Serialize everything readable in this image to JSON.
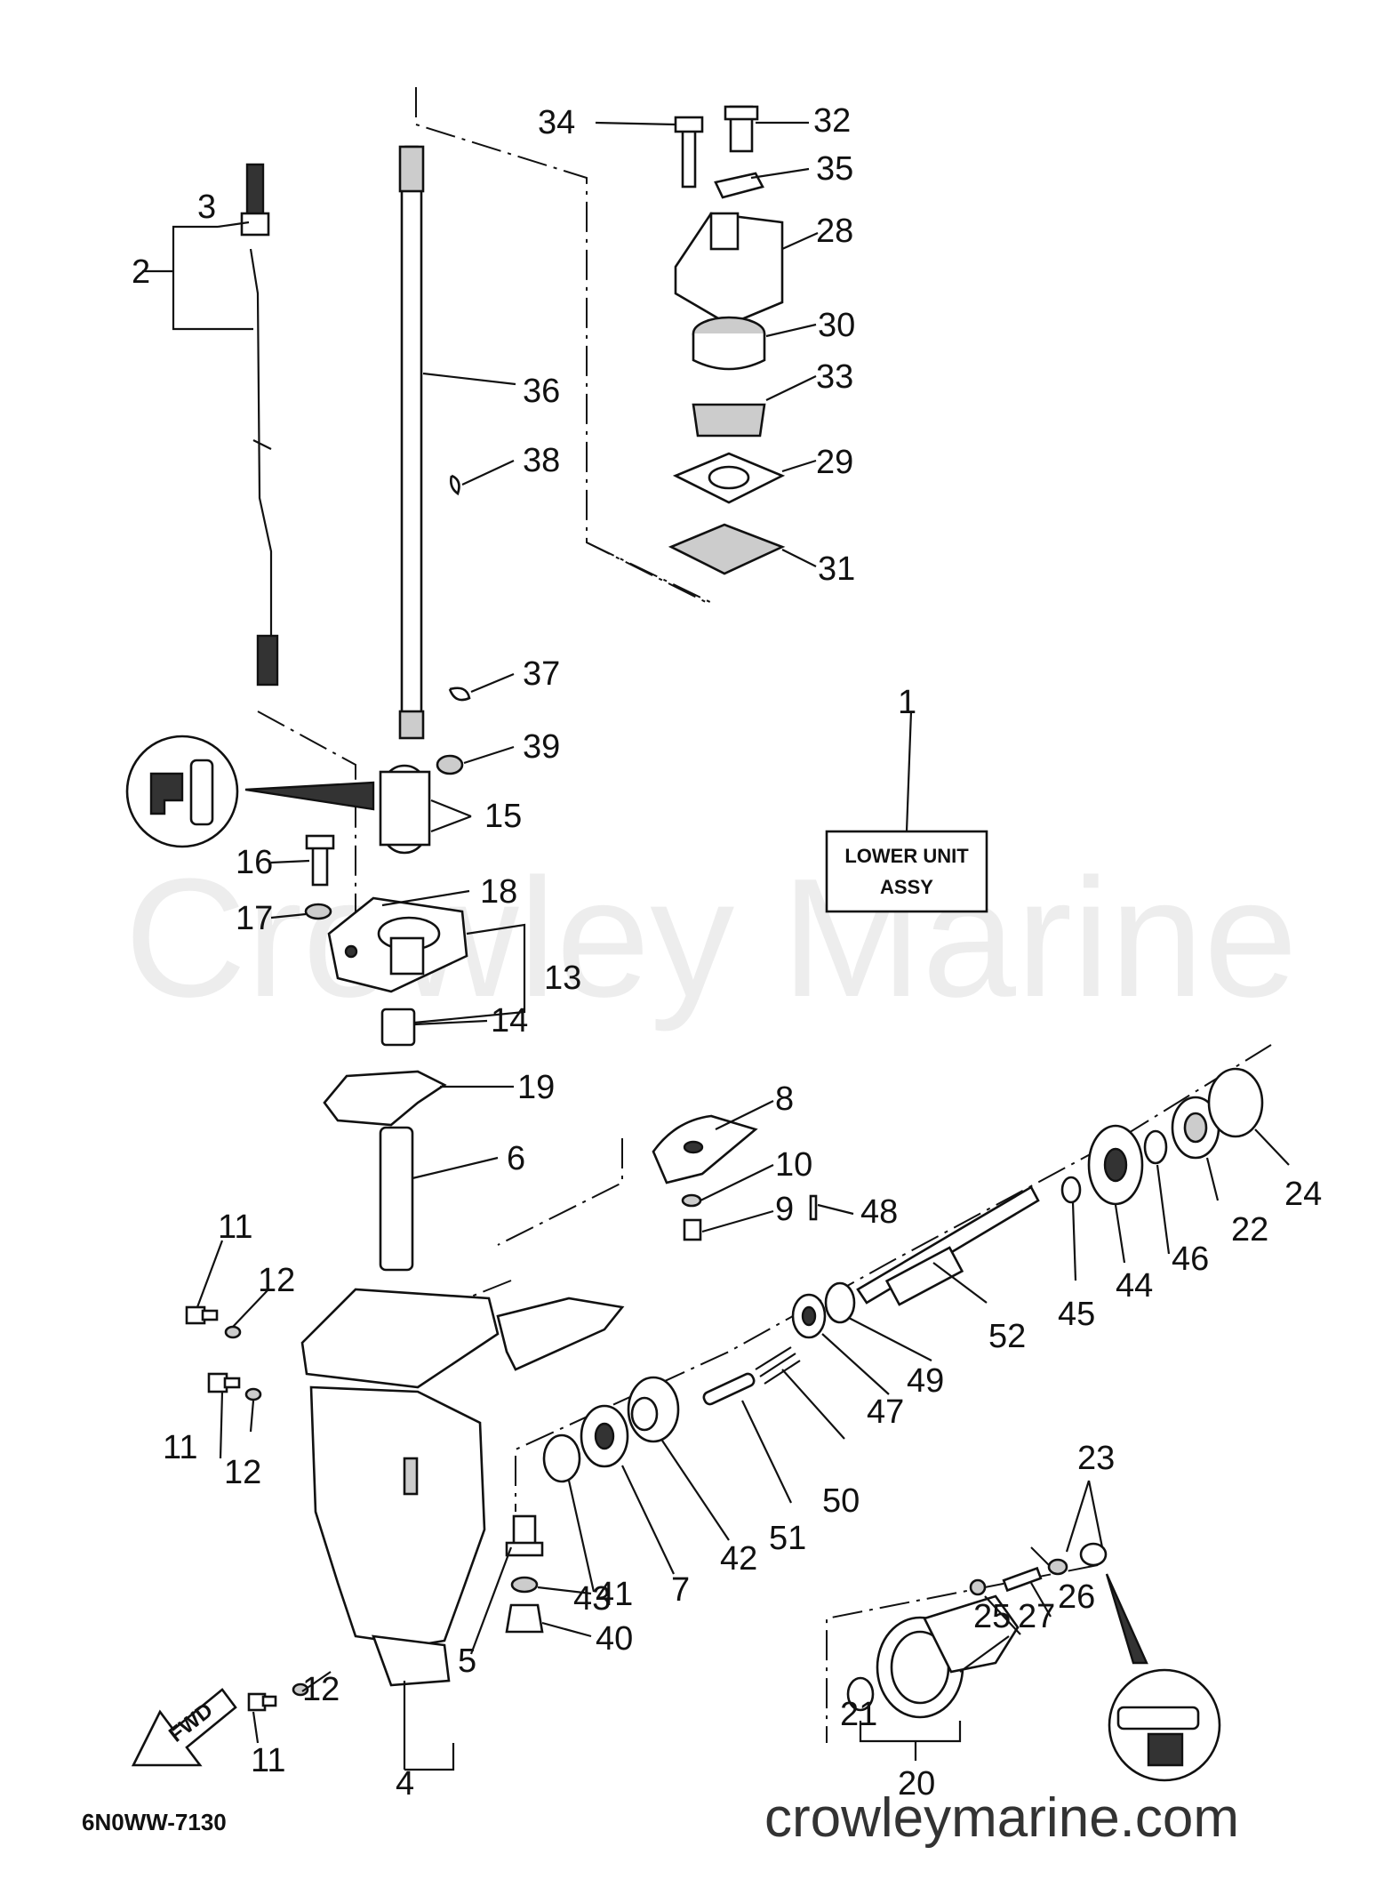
{
  "diagram": {
    "watermark": "Crowley Marine",
    "footer_url": "crowleymarine.com",
    "drawing_code": "6N0WW-7130",
    "box_label_line1": "LOWER UNIT",
    "box_label_line2": "ASSY",
    "direction_label": "FWD",
    "part_numbers": [
      "1",
      "2",
      "3",
      "4",
      "5",
      "6",
      "7",
      "8",
      "9",
      "10",
      "11",
      "12",
      "13",
      "14",
      "15",
      "16",
      "17",
      "18",
      "19",
      "20",
      "21",
      "22",
      "23",
      "24",
      "25",
      "26",
      "27",
      "28",
      "29",
      "30",
      "31",
      "32",
      "33",
      "34",
      "35",
      "36",
      "37",
      "38",
      "39",
      "40",
      "41",
      "42",
      "43",
      "44",
      "45",
      "46",
      "47",
      "48",
      "49",
      "50",
      "51",
      "52"
    ],
    "repeat_labels": {
      "eleven": "11",
      "twelve": "12"
    }
  }
}
